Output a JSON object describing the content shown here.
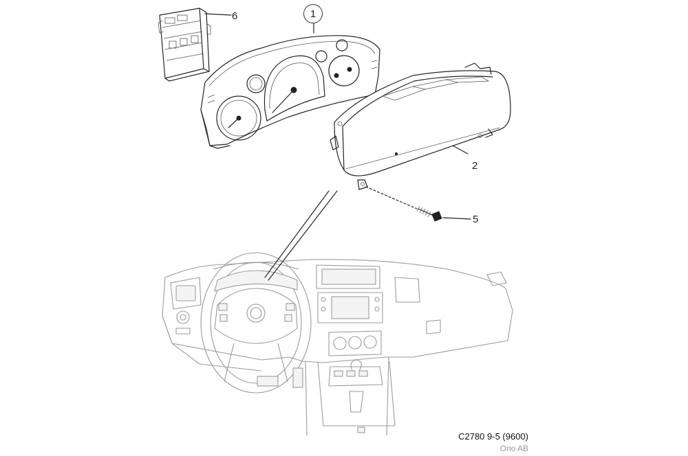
{
  "callouts": {
    "one": "1",
    "two": "2",
    "five": "5",
    "six": "6"
  },
  "caption": {
    "code": "C2780 9-5 (9600)",
    "credit": "Orio AB"
  }
}
